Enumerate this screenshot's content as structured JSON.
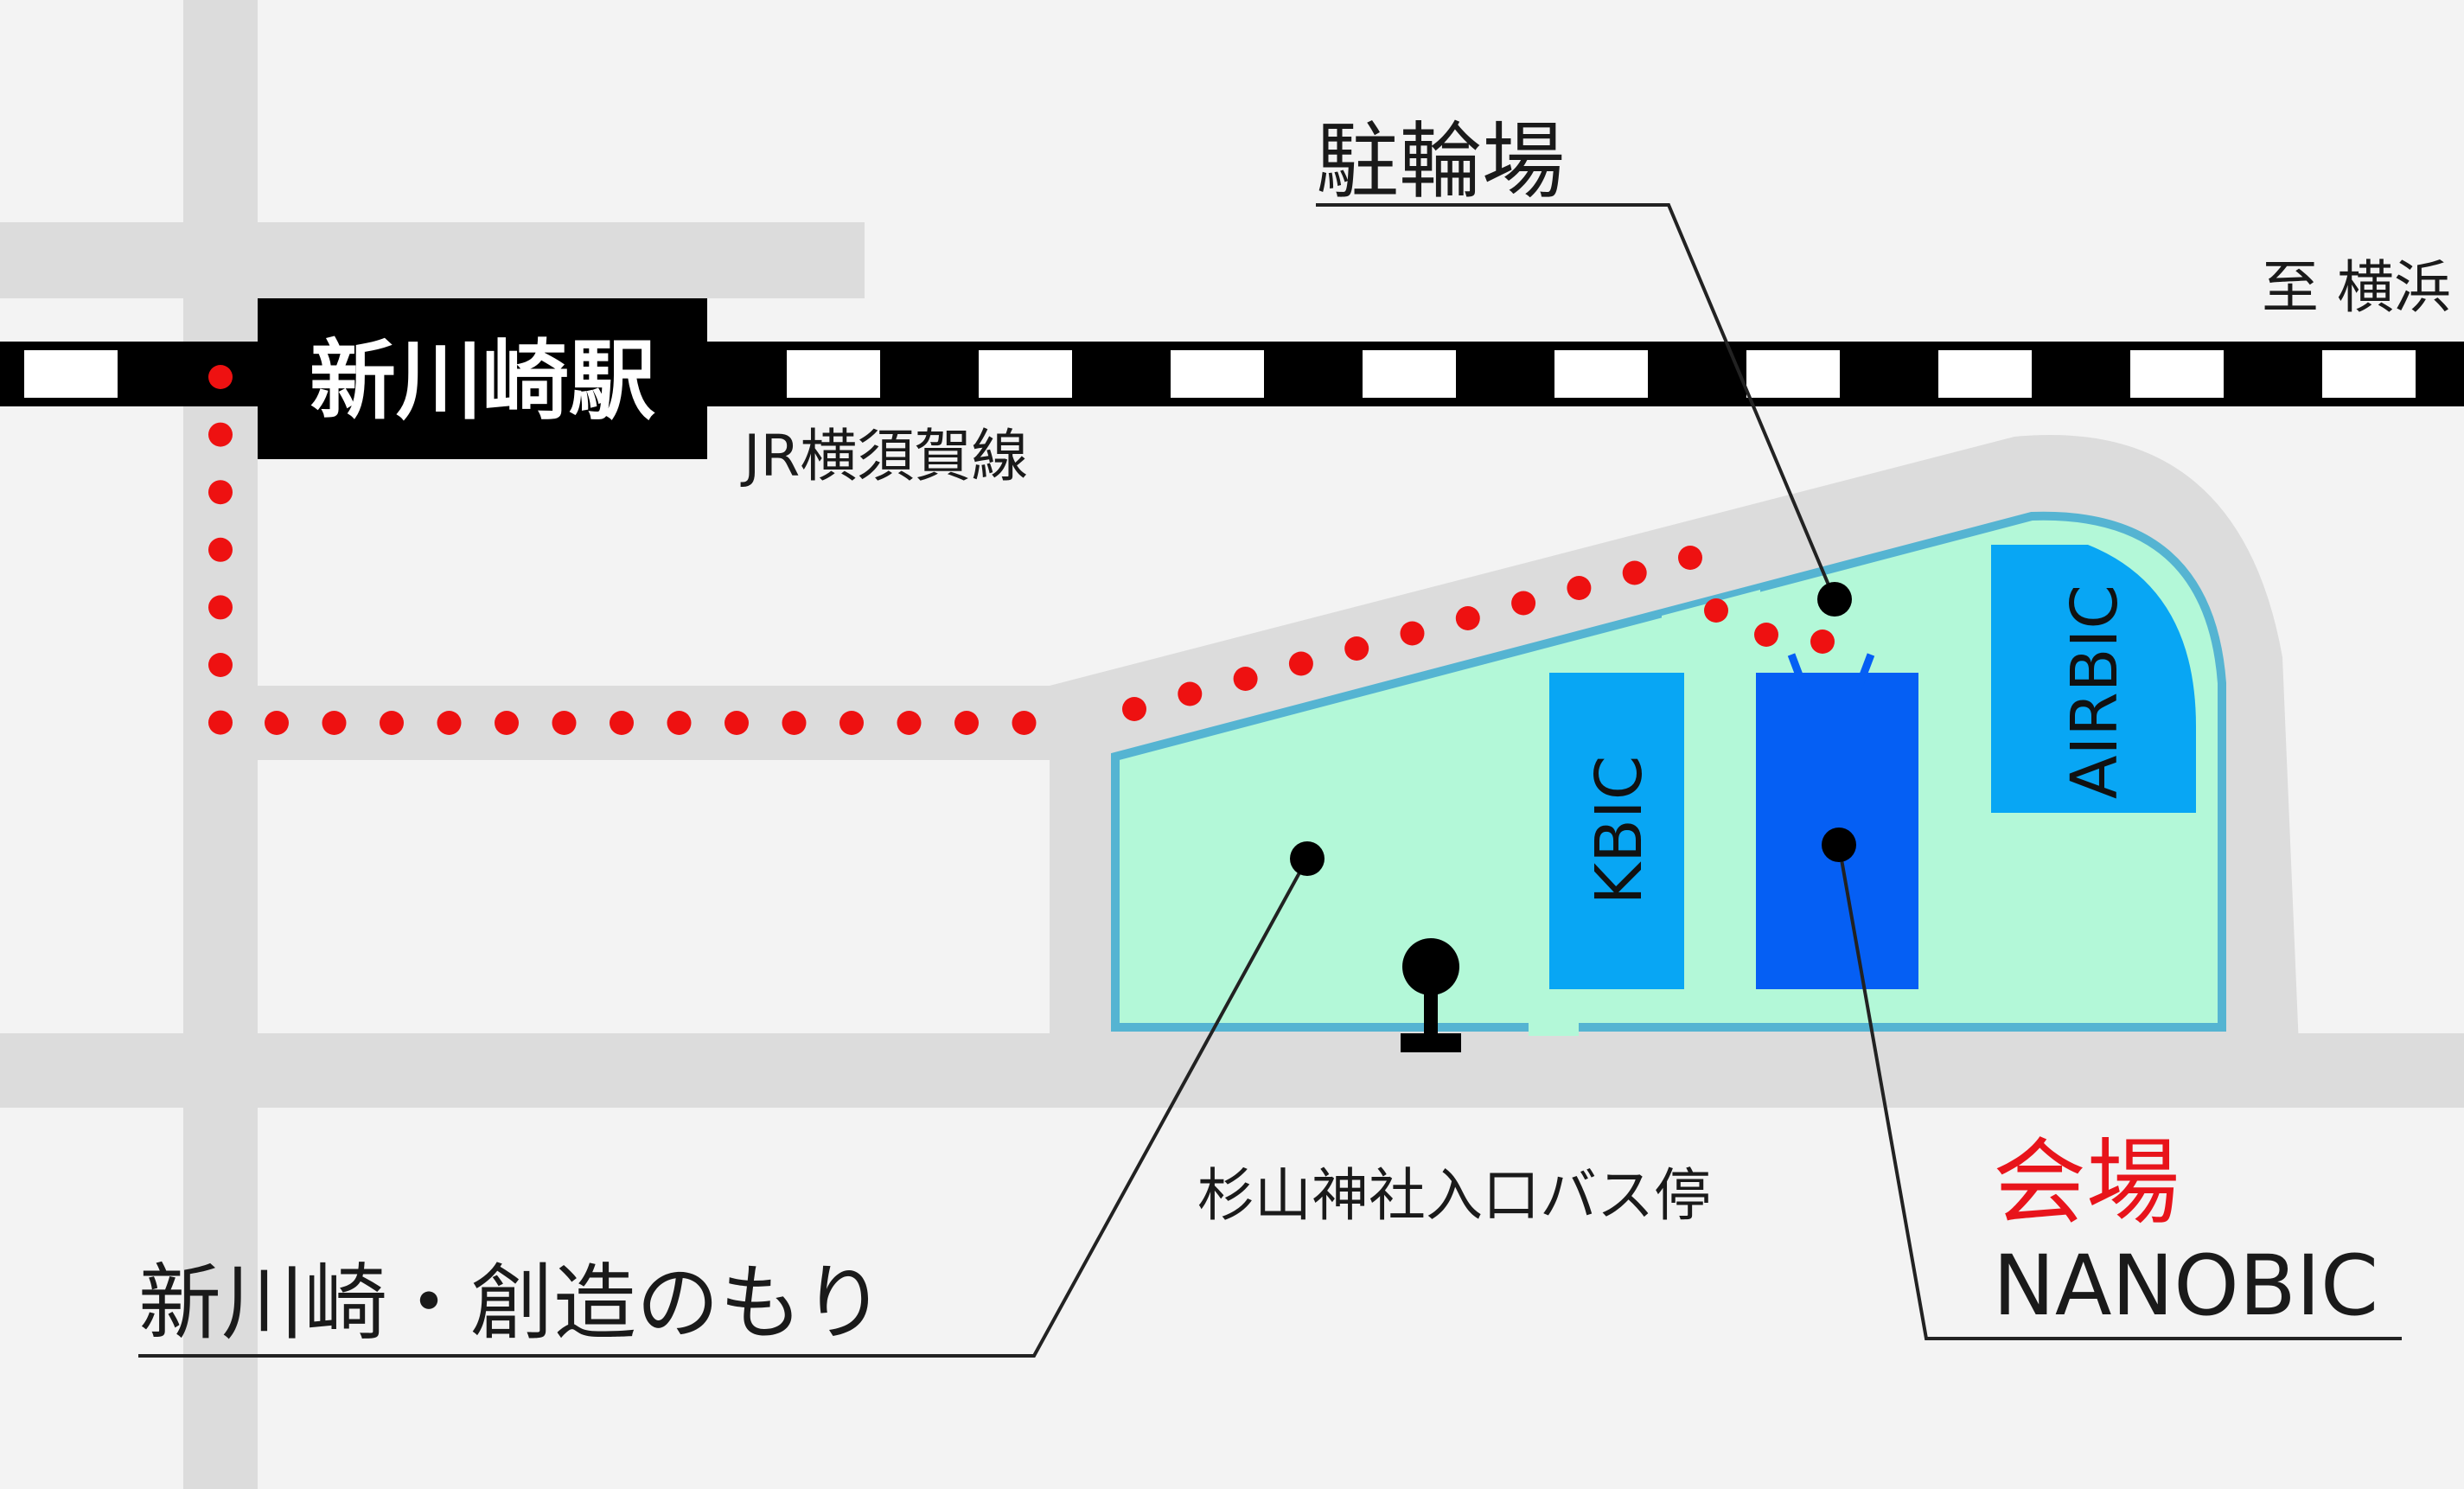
{
  "map": {
    "station": "新川崎駅",
    "rail_line": "JR横須賀線",
    "direction": "至 横浜",
    "bicycle_parking": "駐輪場",
    "bus_stop": "杉山神社入口バス停",
    "campus": "新川崎・創造のもり",
    "venue_label": "会場",
    "venue_building": "NANOBIC",
    "buildings": {
      "kbic": "KBIC",
      "airbic": "AIRBIC"
    }
  },
  "colors": {
    "road": "#dcdcdc",
    "background": "#f3f3f3",
    "rail": "#000000",
    "campus_fill": "#b3f8d8",
    "campus_border": "#55b4d2",
    "building": "#08a6f4",
    "venue_building": "#055ff4",
    "route_dots": "#ee1111",
    "venue_text": "#e8141b"
  },
  "icons": {
    "pin": "location-dot-icon",
    "bus": "bus-stop-icon"
  }
}
